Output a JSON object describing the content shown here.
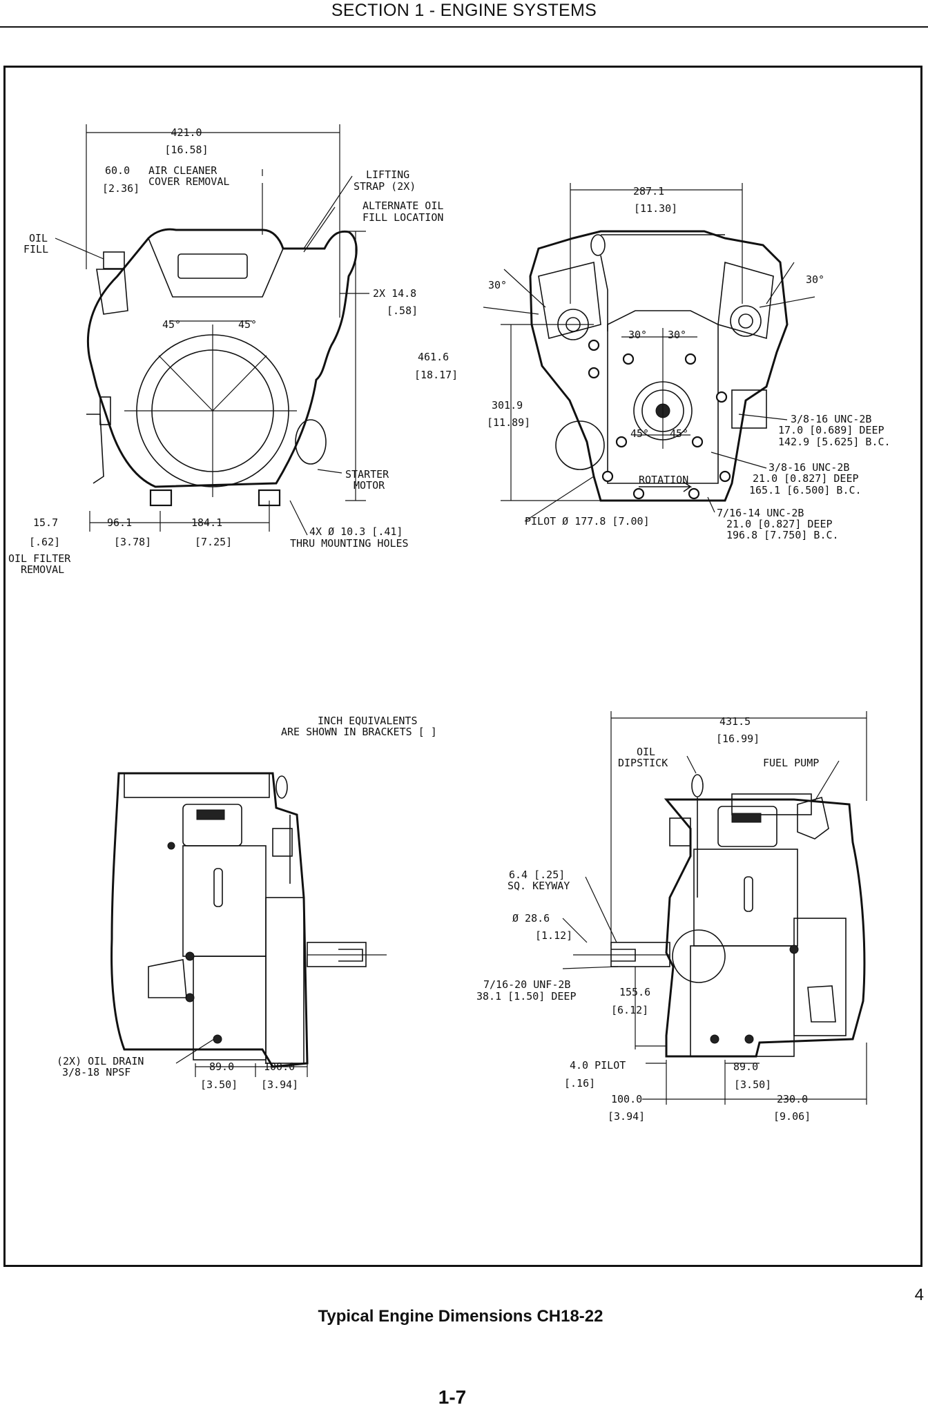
{
  "header": {
    "section_title": "SECTION 1 - ENGINE SYSTEMS"
  },
  "figure": {
    "number": "4",
    "caption": "Typical Engine Dimensions CH18-22",
    "front_view": {
      "width_mm": "421.0",
      "width_in": "[16.58]",
      "air_cleaner_mm": "60.0",
      "air_cleaner_label": "AIR CLEANER",
      "air_cleaner_label2": "COVER REMOVAL",
      "air_cleaner_in": "[2.36]",
      "lifting_strap": "LIFTING",
      "lifting_strap2": "STRAP (2X)",
      "alt_oil_fill": "ALTERNATE OIL",
      "alt_oil_fill2": "FILL LOCATION",
      "oil_fill": "OIL",
      "oil_fill2": "FILL",
      "right_offset_mm": "2X 14.8",
      "right_offset_in": "[.58]",
      "height_mm": "461.6",
      "height_in": "[18.17]",
      "angle_left": "45°",
      "angle_right": "45°",
      "starter": "STARTER",
      "starter2": "MOTOR",
      "oil_filter_mm": "15.7",
      "oil_filter_in": "[.62]",
      "oil_filter_label": "OIL FILTER",
      "oil_filter_label2": "REMOVAL",
      "hole_offset_mm": "96.1",
      "hole_offset_in": "[3.78]",
      "hole_spacing_mm": "184.1",
      "hole_spacing_in": "[7.25]",
      "mounting_holes": "4X Ø 10.3 [.41]",
      "mounting_holes2": "THRU MOUNTING HOLES"
    },
    "rear_view": {
      "width_mm": "287.1",
      "width_in": "[11.30]",
      "angle_left": "30°",
      "angle_right": "30°",
      "inner_angle_a": "30°",
      "inner_angle_b": "30°",
      "inner_angle_c": "45°",
      "inner_angle_d": "45°",
      "height_mm": "301.9",
      "height_in": "[11.89]",
      "rotation": "ROTATION",
      "pilot": "PILOT Ø 177.8 [7.00]",
      "thread1_a": "3/8-16 UNC-2B",
      "thread1_b": "17.0 [0.689] DEEP",
      "thread1_c": "142.9 [5.625] B.C.",
      "thread2_a": "3/8-16 UNC-2B",
      "thread2_b": "21.0 [0.827] DEEP",
      "thread2_c": "165.1 [6.500] B.C.",
      "thread3_a": "7/16-14 UNC-2B",
      "thread3_b": "21.0 [0.827] DEEP",
      "thread3_c": "196.8 [7.750] B.C."
    },
    "note": {
      "line1": "INCH EQUIVALENTS",
      "line2": "ARE SHOWN IN BRACKETS [ ]"
    },
    "left_side_view": {
      "oil_drain": "(2X) OIL DRAIN",
      "oil_drain2": "3/8-18 NPSF",
      "dim_a_mm": "89.0",
      "dim_a_in": "[3.50]",
      "dim_b_mm": "100.0",
      "dim_b_in": "[3.94]"
    },
    "right_side_view": {
      "width_mm": "431.5",
      "width_in": "[16.99]",
      "oil_dipstick": "OIL",
      "oil_dipstick2": "DIPSTICK",
      "fuel_pump": "FUEL PUMP",
      "keyway": "6.4 [.25]",
      "keyway2": "SQ. KEYWAY",
      "shaft_mm": "Ø 28.6",
      "shaft_in": "[1.12]",
      "tap": "7/16-20 UNF-2B",
      "tap2": "38.1 [1.50] DEEP",
      "shaft_len_mm": "155.6",
      "shaft_len_in": "[6.12]",
      "pilot_mm": "4.0 PILOT",
      "pilot_in": "[.16]",
      "dim_89_mm": "89.0",
      "dim_89_in": "[3.50]",
      "dim_100_mm": "100.0",
      "dim_100_in": "[3.94]",
      "dim_230_mm": "230.0",
      "dim_230_in": "[9.06]"
    }
  },
  "footer": {
    "page_number": "1-7"
  }
}
